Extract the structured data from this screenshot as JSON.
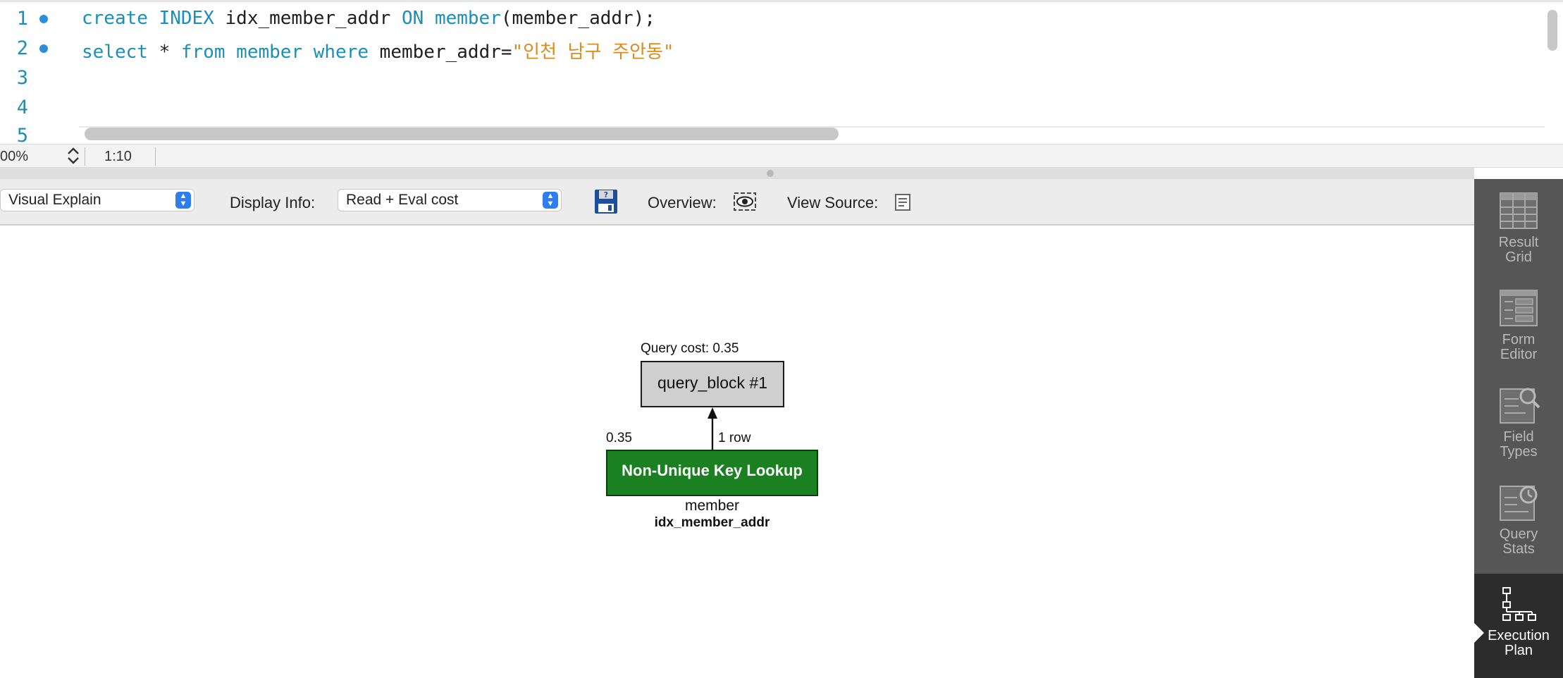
{
  "editor": {
    "line_numbers": [
      "1",
      "2",
      "3",
      "4",
      "5"
    ],
    "line1": {
      "t1": "create",
      "t2": " ",
      "t3": "INDEX",
      "t4": " idx_member_addr ",
      "t5": "ON",
      "t6": " ",
      "t7": "member",
      "t8": "(member_addr);"
    },
    "line2": {
      "t1": "select",
      "t2": " * ",
      "t3": "from",
      "t4": " ",
      "t5": "member",
      "t6": " ",
      "t7": "where",
      "t8": " member_addr=",
      "t9": "\"인천 남구 주안동\""
    }
  },
  "status_bar": {
    "zoom": "00%",
    "cursor_position": "1:10"
  },
  "toolbar": {
    "explain_mode": "Visual Explain",
    "display_info_label": "Display Info:",
    "display_info_value": "Read + Eval cost",
    "overview_label": "Overview:",
    "view_source_label": "View Source:"
  },
  "diagram": {
    "query_cost": "Query cost: 0.35",
    "query_block": "query_block #1",
    "node_cost": "0.35",
    "rows": "1 row",
    "access_type": "Non-Unique Key Lookup",
    "table": "member",
    "key": "idx_member_addr",
    "access_color": "#1b8021",
    "block_color": "#cfcfcf"
  },
  "side_panel": {
    "items": [
      {
        "label_line1": "Result",
        "label_line2": "Grid",
        "icon": "result-grid-icon"
      },
      {
        "label_line1": "Form",
        "label_line2": "Editor",
        "icon": "form-editor-icon"
      },
      {
        "label_line1": "Field",
        "label_line2": "Types",
        "icon": "field-types-icon"
      },
      {
        "label_line1": "Query",
        "label_line2": "Stats",
        "icon": "query-stats-icon"
      },
      {
        "label_line1": "Execution",
        "label_line2": "Plan",
        "icon": "execution-plan-icon"
      }
    ],
    "active_index": 4
  }
}
